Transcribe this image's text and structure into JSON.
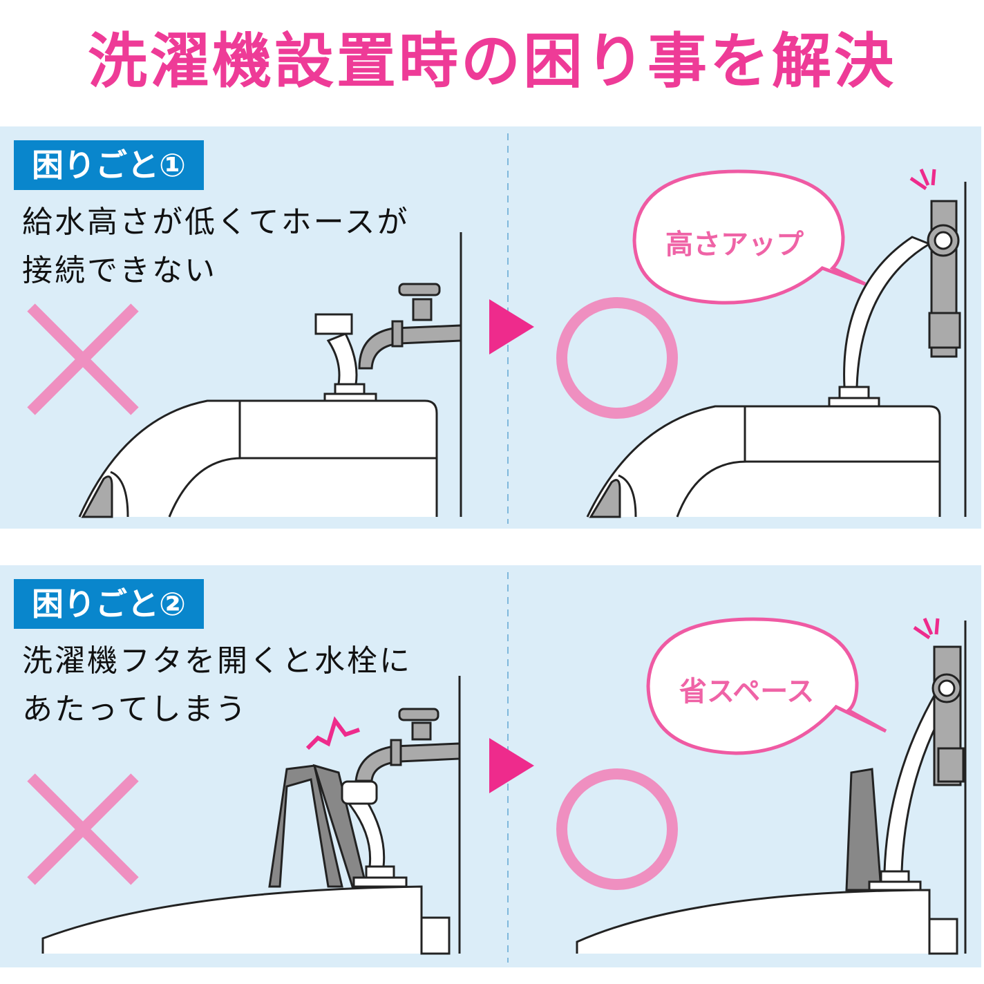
{
  "title": "洗濯機設置時の困り事を解決",
  "colors": {
    "title": "#ee3b97",
    "label_bg": "#0986cc",
    "panel_bg": "#dbedf8",
    "mark_pink": "#ef8fc0",
    "arrow": "#ee2b8c"
  },
  "problems": [
    {
      "label": "困りごと①",
      "lines": [
        "給水高さが低くてホースが",
        "接続できない"
      ],
      "bad_mark": "cross-mark",
      "good_mark": "circle-mark",
      "bubble": "高さアップ"
    },
    {
      "label": "困りごと②",
      "lines": [
        "洗濯機フタを開くと水栓に",
        "あたってしまう"
      ],
      "bad_mark": "cross-mark",
      "good_mark": "circle-mark",
      "bubble": "省スペース"
    }
  ]
}
